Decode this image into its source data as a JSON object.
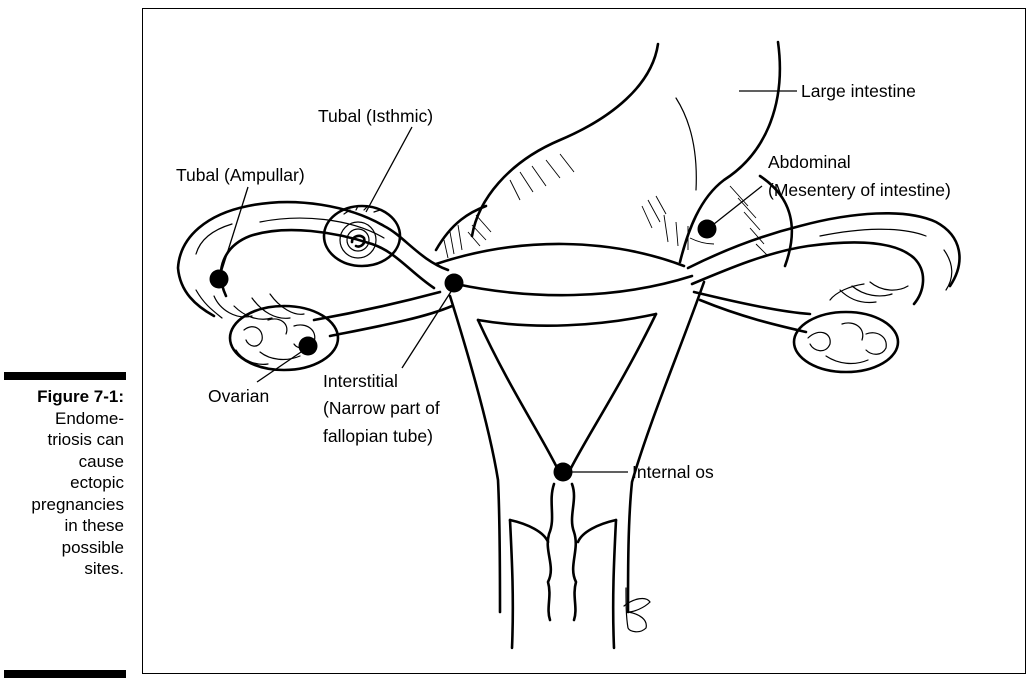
{
  "caption": {
    "figure_label": "Figure 7-1:",
    "lines": [
      "Endome-",
      "triosis can",
      "cause",
      "ectopic",
      "pregnancies",
      "in these",
      "possible",
      "sites."
    ]
  },
  "labels": {
    "tubal_isthmic": "Tubal (Isthmic)",
    "tubal_ampullar": "Tubal (Ampullar)",
    "large_intestine": "Large intestine",
    "abdominal_line1": "Abdominal",
    "abdominal_line2": "(Mesentery of intestine)",
    "ovarian": "Ovarian",
    "interstitial_line1": "Interstitial",
    "interstitial_line2": "(Narrow part of",
    "interstitial_line3": "fallopian tube)",
    "internal_os": "Internal os",
    "artist_signature": "KB"
  }
}
